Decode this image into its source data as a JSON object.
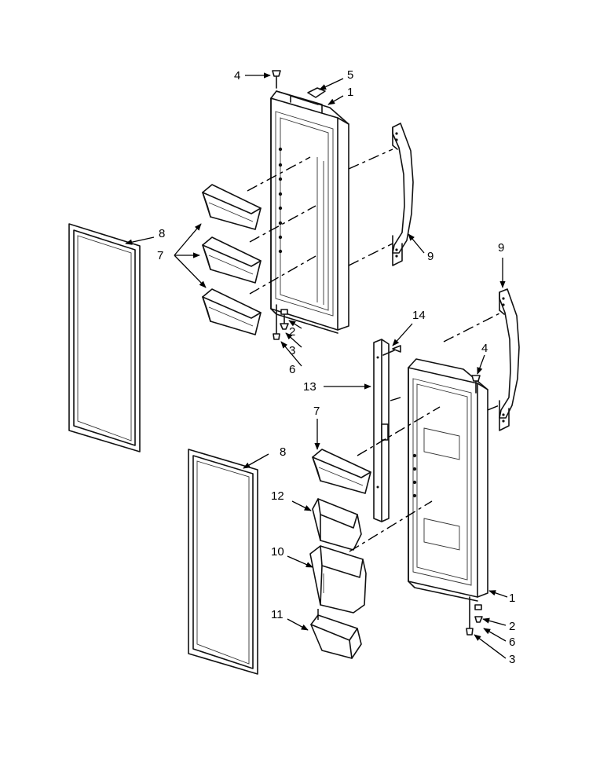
{
  "callouts": {
    "c1_top": "1",
    "c4_top": "4",
    "c5": "5",
    "c8_left": "8",
    "c7_left": "7",
    "c9_top": "9",
    "c2_top": "2",
    "c3_top": "3",
    "c6_top": "6",
    "c9_right": "9",
    "c14": "14",
    "c4_right": "4",
    "c13": "13",
    "c7_mid": "7",
    "c8_mid": "8",
    "c12": "12",
    "c10": "10",
    "c11": "11",
    "c1_right": "1",
    "c2_bottom": "2",
    "c6_bottom": "6",
    "c3_bottom": "3"
  }
}
